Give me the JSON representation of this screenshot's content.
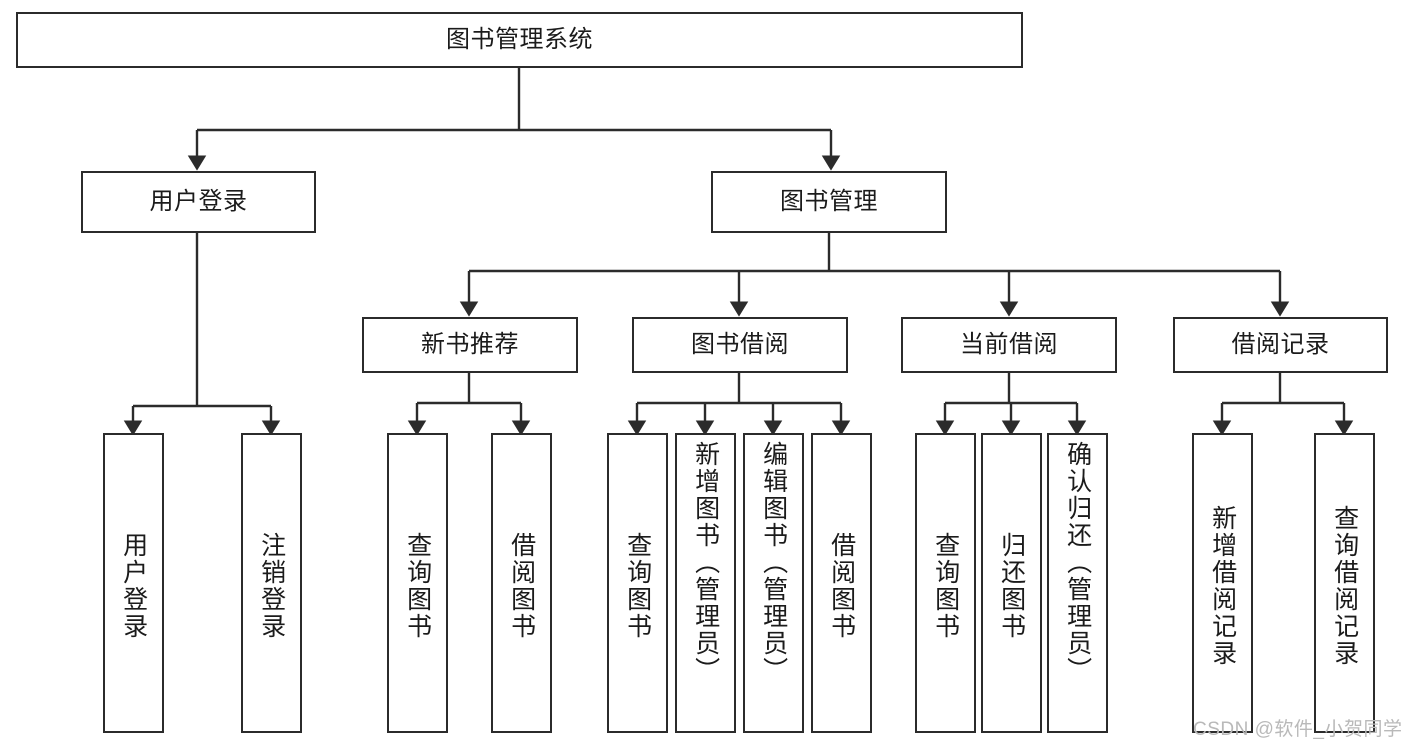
{
  "diagram": {
    "title": "图书管理系统",
    "type": "tree-hierarchy-chart",
    "root": {
      "id": "root",
      "label": "图书管理系统"
    },
    "level2": [
      {
        "id": "user-login",
        "label": "用户登录"
      },
      {
        "id": "book-management",
        "label": "图书管理"
      }
    ],
    "level3": [
      {
        "id": "new-book-recommend",
        "label": "新书推荐",
        "parent": "book-management"
      },
      {
        "id": "book-borrow",
        "label": "图书借阅",
        "parent": "book-management"
      },
      {
        "id": "current-borrow",
        "label": "当前借阅",
        "parent": "book-management"
      },
      {
        "id": "borrow-record",
        "label": "借阅记录",
        "parent": "book-management"
      }
    ],
    "leaves": {
      "user_login": [
        {
          "id": "leaf-user-login",
          "label": "用户登录"
        },
        {
          "id": "leaf-logout-login",
          "label": "注销登录"
        }
      ],
      "new_book_recommend": [
        {
          "id": "leaf-query-book-1",
          "label": "查询图书"
        },
        {
          "id": "leaf-borrow-book-1",
          "label": "借阅图书"
        }
      ],
      "book_borrow": [
        {
          "id": "leaf-query-book-2",
          "label": "查询图书"
        },
        {
          "id": "leaf-add-book",
          "label": "新增图书（管理员）"
        },
        {
          "id": "leaf-edit-book",
          "label": "编辑图书（管理员）"
        },
        {
          "id": "leaf-borrow-book-2",
          "label": "借阅图书"
        }
      ],
      "current_borrow": [
        {
          "id": "leaf-query-book-3",
          "label": "查询图书"
        },
        {
          "id": "leaf-return-book",
          "label": "归还图书"
        },
        {
          "id": "leaf-confirm-return",
          "label": "确认归还（管理员）"
        }
      ],
      "borrow_record": [
        {
          "id": "leaf-add-record",
          "label": "新增借阅记录"
        },
        {
          "id": "leaf-query-record",
          "label": "查询借阅记录"
        }
      ]
    }
  },
  "watermark": {
    "text": "CSDN @软件_小贺同学"
  },
  "colors": {
    "stroke": "#2b2b2b",
    "background": "#ffffff",
    "text": "#1b1b1b",
    "watermark": "#b9b9b9"
  }
}
